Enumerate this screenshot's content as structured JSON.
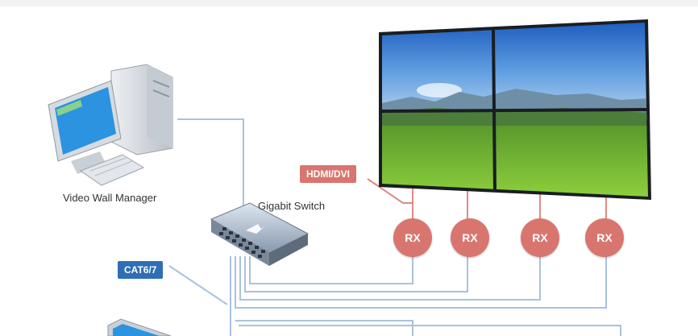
{
  "labels": {
    "manager": "Video Wall Manager",
    "switch": "Gigabit Switch"
  },
  "tags": {
    "hdmi": "HDMI/DVI",
    "cat": "CAT6/7"
  },
  "receivers": [
    "RX",
    "RX",
    "RX",
    "RX"
  ],
  "colors": {
    "rx": "#d9756f",
    "hdmi_tag": "#d9756f",
    "cat_tag": "#2e6eb5",
    "cable": "#a9c2df",
    "hdmi_line": "#e08a84"
  },
  "icons": [
    "desktop-computer-icon",
    "network-switch-icon",
    "video-wall-display",
    "laptop-icon"
  ]
}
